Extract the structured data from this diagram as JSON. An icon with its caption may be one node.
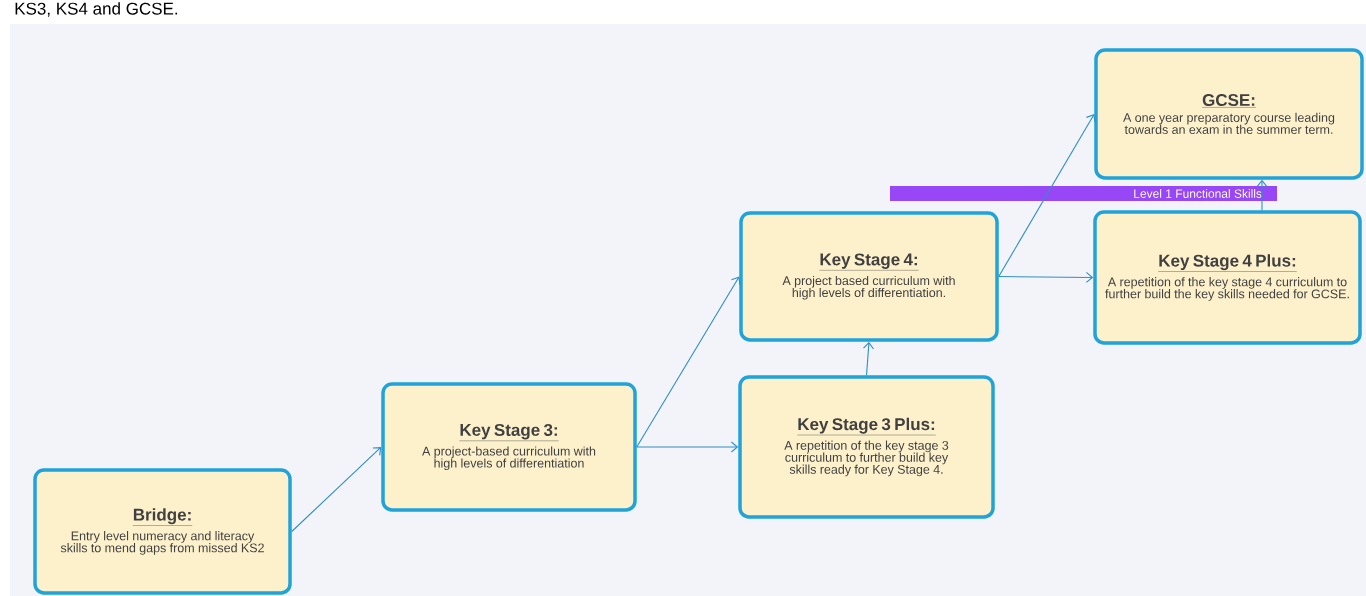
{
  "diagram": {
    "nodes": [
      {
        "text": [
          "Bridge:",
          "Entry level numeracy and literacy skills to mend gaps from missed KS2"
        ]
      },
      {
        "text": [
          "Key Stage 3:",
          "A project-based curriculum with high levels of differentiation"
        ]
      },
      {
        "text": [
          "Key Stage 3 Plus:",
          "A repetition of the key stage 3 curriculum to further build key skills ready for Key Stage 4."
        ]
      },
      {
        "text": [
          "Key Stage 4:",
          "A project based curriculum with high levels of differentiation."
        ]
      },
      {
        "text": [
          "Key Stage 4 Plus:",
          "A repetition of the key stage 4 curriculum to further build the key skills needed for GCSE."
        ]
      },
      {
        "text": [
          "GCSE:",
          "A one year preparatory course leading towards an exam in the summer term."
        ]
      },
      {
        "text": [
          "Level 1 Functional Skills"
        ]
      }
    ],
    "edges": [
      {
        "from": 0,
        "to": 1,
        "arrow": "to"
      },
      {
        "from": 1,
        "to": 3,
        "arrow": "to"
      },
      {
        "from": 1,
        "to": 2,
        "arrow": "to"
      },
      {
        "from": 2,
        "to": 3,
        "arrow": "to"
      },
      {
        "from": 3,
        "to": 5,
        "arrow": "to"
      },
      {
        "from": 3,
        "to": 4,
        "arrow": "to"
      },
      {
        "from": 4,
        "to": 5,
        "arrow": "to"
      }
    ],
    "labels": [
      "KS3, KS4 and GCSE."
    ]
  }
}
